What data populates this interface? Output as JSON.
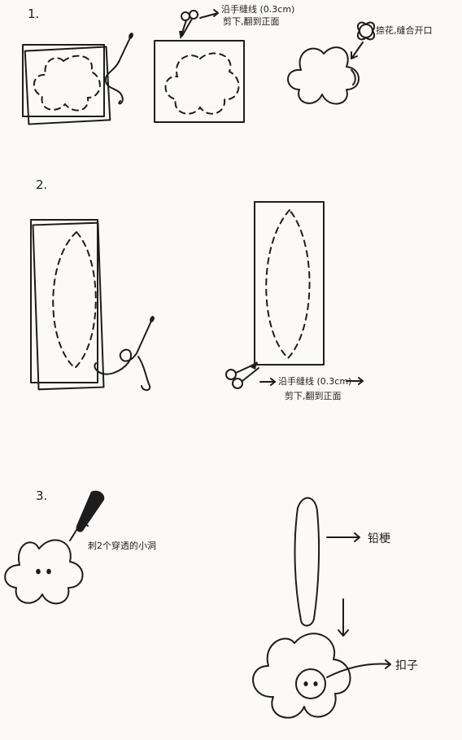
{
  "steps": [
    {
      "number": "1.",
      "notes": {
        "seam": "沿手缝线 (0.3cm)",
        "cut_turn": "剪下,翻到正面",
        "close": "捺花,缝合开口"
      }
    },
    {
      "number": "2.",
      "notes": {
        "seam": "沿手缝线 (0.3cm)",
        "cut_turn": "剪下,翻到正面"
      }
    },
    {
      "number": "3.",
      "notes": {
        "poke": "刺2个穿透的小洞",
        "stem": "铅梗",
        "button": "扣子"
      }
    }
  ]
}
